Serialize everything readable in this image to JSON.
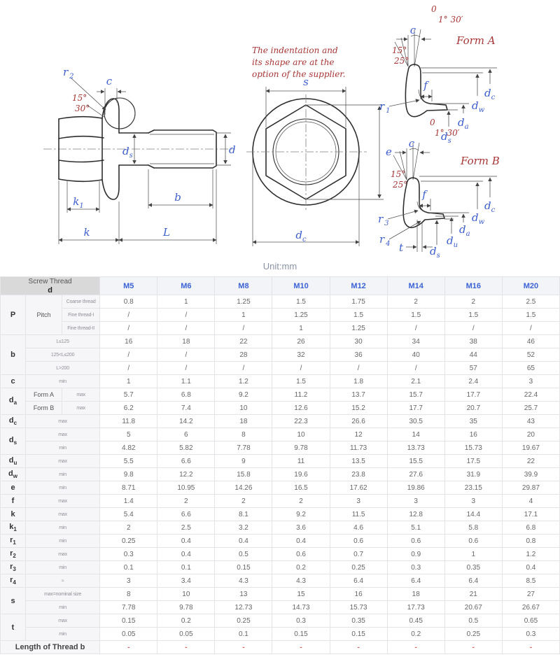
{
  "unit_label": "Unit:mm",
  "diagram": {
    "note_lines": [
      "The indentation and",
      "its shape are at the",
      "option of the supplier."
    ],
    "form_a": "Form A",
    "form_b": "Form B",
    "labels": {
      "d": "d",
      "sub_s": "s",
      "sub_c": "c",
      "sub_w": "w",
      "sub_a": "a",
      "sub_u": "u",
      "r": "r",
      "sub_1": "1",
      "sub_2": "2",
      "sub_3": "3",
      "sub_4": "4",
      "k": "k",
      "b": "b",
      "L": "L",
      "c": "c",
      "s": "s",
      "e": "e",
      "f": "f",
      "t": "t",
      "zero": "0",
      "ang_1_30": "1° 30′",
      "ang_15": "15°",
      "ang_25": "25°",
      "ang_30": "30°"
    }
  },
  "table": {
    "corner": {
      "line1": "Screw Thread",
      "line2": "d"
    },
    "columns": [
      "M5",
      "M6",
      "M8",
      "M10",
      "M12",
      "M14",
      "M16",
      "M20"
    ],
    "rows": [
      {
        "sym": {
          "t": "P",
          "span": 3
        },
        "mid": {
          "t": "Pitch",
          "span": 3
        },
        "sub": "Coarse thread",
        "v": [
          "0.8",
          "1",
          "1.25",
          "1.5",
          "1.75",
          "2",
          "2",
          "2.5"
        ]
      },
      {
        "sub": "Fine thread-I",
        "v": [
          "/",
          "/",
          "1",
          "1.25",
          "1.5",
          "1.5",
          "1.5",
          "1.5"
        ]
      },
      {
        "sub": "Fine thread-II",
        "v": [
          "/",
          "/",
          "/",
          "1",
          "1.25",
          "/",
          "/",
          "/"
        ]
      },
      {
        "sym": {
          "t": "b",
          "span": 3
        },
        "wide": "L≤125",
        "v": [
          "16",
          "18",
          "22",
          "26",
          "30",
          "34",
          "38",
          "46"
        ]
      },
      {
        "wide": "125<L≤200",
        "v": [
          "/",
          "/",
          "28",
          "32",
          "36",
          "40",
          "44",
          "52"
        ]
      },
      {
        "wide": "L>200",
        "v": [
          "/",
          "/",
          "/",
          "/",
          "/",
          "/",
          "57",
          "65"
        ]
      },
      {
        "sym": {
          "t": "c"
        },
        "wide": "min",
        "v": [
          "1",
          "1.1",
          "1.2",
          "1.5",
          "1.8",
          "2.1",
          "2.4",
          "3"
        ]
      },
      {
        "sym": {
          "t": "d",
          "sub": "a",
          "span": 2
        },
        "mid": {
          "t": "Form A"
        },
        "sub": "max",
        "v": [
          "5.7",
          "6.8",
          "9.2",
          "11.2",
          "13.7",
          "15.7",
          "17.7",
          "22.4"
        ]
      },
      {
        "mid": {
          "t": "Form B"
        },
        "sub": "max",
        "v": [
          "6.2",
          "7.4",
          "10",
          "12.6",
          "15.2",
          "17.7",
          "20.7",
          "25.7"
        ]
      },
      {
        "sym": {
          "t": "d",
          "sub": "c"
        },
        "wide": "max",
        "v": [
          "11.8",
          "14.2",
          "18",
          "22.3",
          "26.6",
          "30.5",
          "35",
          "43"
        ]
      },
      {
        "sym": {
          "t": "d",
          "sub": "s",
          "span": 2
        },
        "wide": "max",
        "v": [
          "5",
          "6",
          "8",
          "10",
          "12",
          "14",
          "16",
          "20"
        ]
      },
      {
        "wide": "min",
        "v": [
          "4.82",
          "5.82",
          "7.78",
          "9.78",
          "11.73",
          "13.73",
          "15.73",
          "19.67"
        ]
      },
      {
        "sym": {
          "t": "d",
          "sub": "u"
        },
        "wide": "max",
        "v": [
          "5.5",
          "6.6",
          "9",
          "11",
          "13.5",
          "15.5",
          "17.5",
          "22"
        ]
      },
      {
        "sym": {
          "t": "d",
          "sub": "w"
        },
        "wide": "min",
        "v": [
          "9.8",
          "12.2",
          "15.8",
          "19.6",
          "23.8",
          "27.6",
          "31.9",
          "39.9"
        ]
      },
      {
        "sym": {
          "t": "e"
        },
        "wide": "min",
        "v": [
          "8.71",
          "10.95",
          "14.26",
          "16.5",
          "17.62",
          "19.86",
          "23.15",
          "29.87"
        ]
      },
      {
        "sym": {
          "t": "f"
        },
        "wide": "max",
        "v": [
          "1.4",
          "2",
          "2",
          "2",
          "3",
          "3",
          "3",
          "4"
        ]
      },
      {
        "sym": {
          "t": "k"
        },
        "wide": "max",
        "v": [
          "5.4",
          "6.6",
          "8.1",
          "9.2",
          "11.5",
          "12.8",
          "14.4",
          "17.1"
        ]
      },
      {
        "sym": {
          "t": "k",
          "sub": "1"
        },
        "wide": "min",
        "v": [
          "2",
          "2.5",
          "3.2",
          "3.6",
          "4.6",
          "5.1",
          "5.8",
          "6.8"
        ]
      },
      {
        "sym": {
          "t": "r",
          "sub": "1"
        },
        "wide": "min",
        "v": [
          "0.25",
          "0.4",
          "0.4",
          "0.4",
          "0.6",
          "0.6",
          "0.6",
          "0.8"
        ]
      },
      {
        "sym": {
          "t": "r",
          "sub": "2"
        },
        "wide": "max",
        "v": [
          "0.3",
          "0.4",
          "0.5",
          "0.6",
          "0.7",
          "0.9",
          "1",
          "1.2"
        ]
      },
      {
        "sym": {
          "t": "r",
          "sub": "3"
        },
        "wide": "min",
        "v": [
          "0.1",
          "0.1",
          "0.15",
          "0.2",
          "0.25",
          "0.3",
          "0.35",
          "0.4"
        ]
      },
      {
        "sym": {
          "t": "r",
          "sub": "4"
        },
        "wide": "≈",
        "v": [
          "3",
          "3.4",
          "4.3",
          "4.3",
          "6.4",
          "6.4",
          "6.4",
          "8.5"
        ]
      },
      {
        "sym": {
          "t": "s",
          "span": 2
        },
        "wide": "max=nominal size",
        "v": [
          "8",
          "10",
          "13",
          "15",
          "16",
          "18",
          "21",
          "27"
        ]
      },
      {
        "wide": "min",
        "v": [
          "7.78",
          "9.78",
          "12.73",
          "14.73",
          "15.73",
          "17.73",
          "20.67",
          "26.67"
        ]
      },
      {
        "sym": {
          "t": "t",
          "span": 2
        },
        "wide": "max",
        "v": [
          "0.15",
          "0.2",
          "0.25",
          "0.3",
          "0.35",
          "0.45",
          "0.5",
          "0.65"
        ]
      },
      {
        "wide": "min",
        "v": [
          "0.05",
          "0.05",
          "0.1",
          "0.15",
          "0.15",
          "0.2",
          "0.25",
          "0.3"
        ]
      },
      {
        "full": "Length of Thread b",
        "red": true,
        "v": [
          "-",
          "-",
          "-",
          "-",
          "-",
          "-",
          "-",
          "-"
        ]
      }
    ]
  }
}
